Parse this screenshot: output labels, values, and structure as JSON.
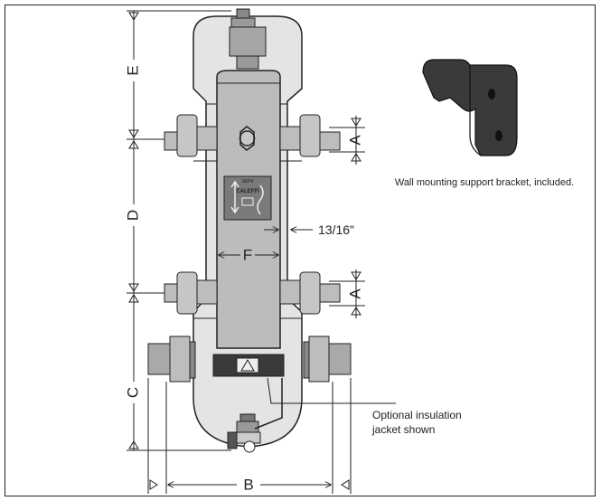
{
  "dimensions": {
    "e": "E",
    "d": "D",
    "c": "C",
    "a_upper": "A",
    "a_lower": "A",
    "b": "B",
    "f": "F",
    "insulation_gap": "13/16\""
  },
  "captions": {
    "bracket": "Wall mounting support bracket, included.",
    "insulation_line1": "Optional insulation",
    "insulation_line2": "jacket shown"
  },
  "label_plate": {
    "brand": "CALEFFI",
    "series": "SEP4"
  },
  "colors": {
    "insulation": "#e2e2e2",
    "body": "#b8b8b8",
    "body_dark": "#8f8f8f",
    "bracket": "#3a3a3a",
    "line": "#222222"
  }
}
